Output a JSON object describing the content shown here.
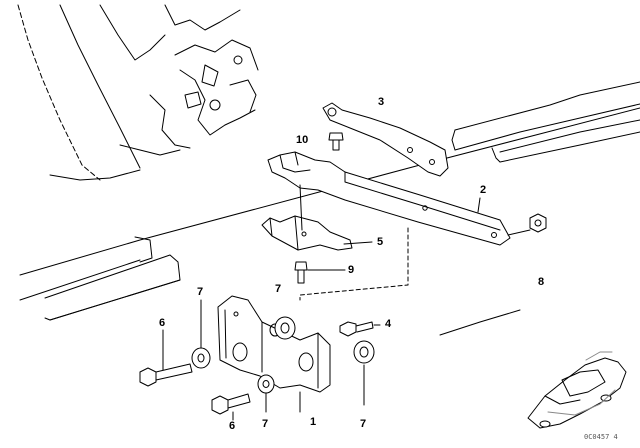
{
  "diagram": {
    "colors": {
      "line": "#000000",
      "fill": "#ffffff",
      "shade": "#d9d9d9"
    },
    "callouts": {
      "c1": "1",
      "c2": "2",
      "c3": "3",
      "c4": "4",
      "c5": "5",
      "c6a": "6",
      "c6b": "6",
      "c7a": "7",
      "c7b": "7",
      "c7c": "7",
      "c7d": "7",
      "c8": "8",
      "c9": "9",
      "c10": "10"
    },
    "part_code": "0C0457 4"
  }
}
